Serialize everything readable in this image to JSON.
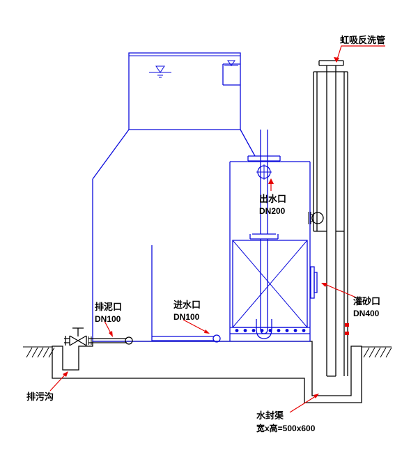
{
  "callouts": {
    "siphon_backwash_pipe": {
      "label": "虹吸反洗管"
    },
    "water_outlet": {
      "label": "出水口",
      "size": "DN200"
    },
    "sludge_outlet": {
      "label": "排泥口",
      "size": "DN100"
    },
    "water_inlet": {
      "label": "进水口",
      "size": "DN100"
    },
    "sand_filling_port": {
      "label": "灌砂口",
      "size": "DN400"
    },
    "sewage_ditch": {
      "label": "排污沟"
    },
    "water_seal_channel": {
      "label": "水封渠",
      "size": "宽x高=500x600"
    }
  },
  "symbols": {
    "water_level": "▽"
  },
  "colors": {
    "structure_blue": "#0b0bdc",
    "pipe_black": "#000000",
    "callout_red": "#e60000",
    "text_black": "#000000",
    "background": "#ffffff"
  }
}
